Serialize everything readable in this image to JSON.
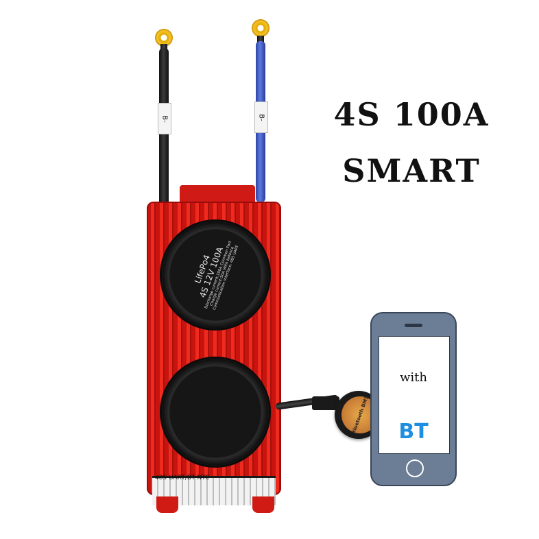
{
  "headline": {
    "line1": "4S 100A",
    "line2": "SMART"
  },
  "cables": {
    "left_tag": "B-",
    "right_tag": "B-"
  },
  "board_label": {
    "model": "LifePo4",
    "spec": "4S 12V 100A",
    "line1": "Discharge current:100A Common Port",
    "line2": "Charge current:50A    With balance",
    "line3": "Communication interface:  485   UART"
  },
  "board_strip": "485 UART/BT    NTC",
  "dongle": {
    "text": "Bluetooth   BMS"
  },
  "phone": {
    "with_text": "with",
    "bt_text": "BT"
  },
  "colors": {
    "board_red": "#e0201a",
    "cable_blue": "#4060cc",
    "bt_blue": "#1e8fe0",
    "phone_body": "#6c7d96"
  }
}
